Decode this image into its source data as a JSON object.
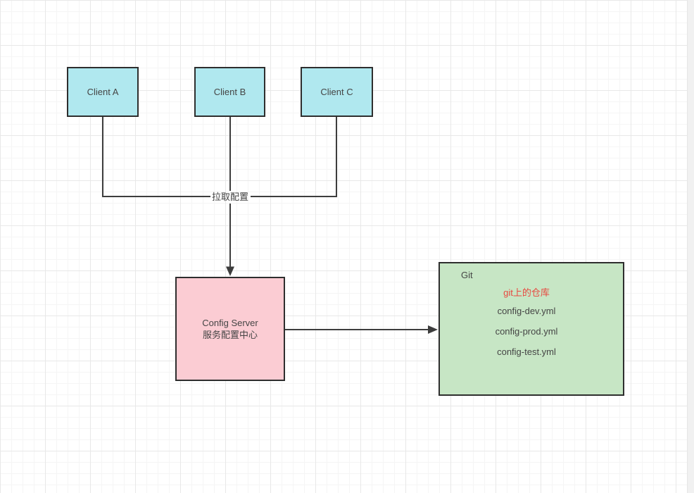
{
  "diagram": {
    "clients": [
      {
        "label": "Client A"
      },
      {
        "label": "Client B"
      },
      {
        "label": "Client C"
      }
    ],
    "pull_edge": {
      "label": "拉取配置"
    },
    "config_server": {
      "title": "Config Server",
      "subtitle": "服务配置中心"
    },
    "git": {
      "title": "Git",
      "repo_label": "git上的仓库",
      "files": [
        "config-dev.yml",
        "config-prod.yml",
        "config-test.yml"
      ]
    },
    "colors": {
      "client_fill": "#b0e8ef",
      "config_server_fill": "#fbccd3",
      "git_fill": "#c7e6c5",
      "repo_label_text": "#e8483f",
      "node_border": "#2e2e2e",
      "connector": "#3d3d3d",
      "grid_minor": "#f5f5f5",
      "grid_major": "#e8e8e8"
    }
  }
}
